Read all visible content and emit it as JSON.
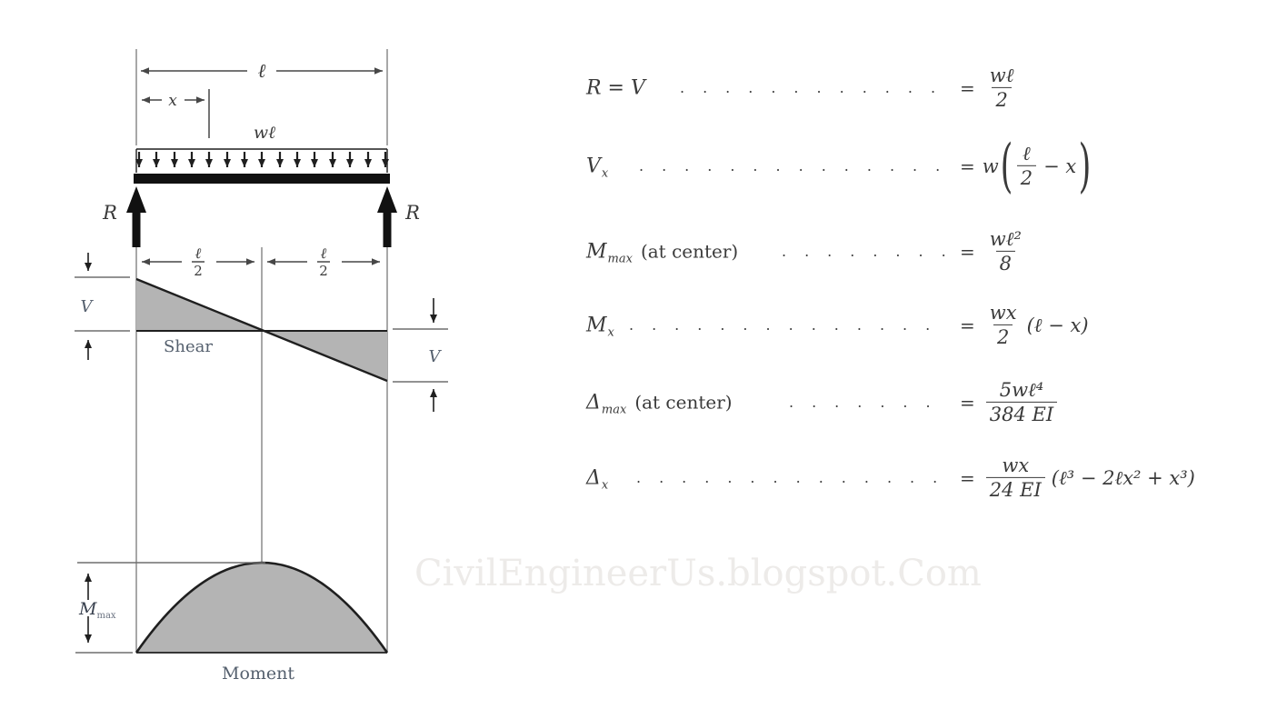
{
  "watermark": {
    "text": "CivilEngineerUs.blogspot.Com"
  },
  "diagram": {
    "labels": {
      "span": "ℓ",
      "x_dim": "x",
      "load": "wℓ",
      "reaction_left": "R",
      "reaction_right": "R",
      "half_left_num": "ℓ",
      "half_left_den": "2",
      "half_right_num": "ℓ",
      "half_right_den": "2",
      "shear_v_left": "V",
      "shear_v_right": "V",
      "shear_title": "Shear",
      "moment_max_main": "M",
      "moment_max_sub": "max",
      "moment_title": "Moment"
    }
  },
  "formulas": {
    "rows": [
      {
        "lhs": "R = V",
        "sub": "",
        "note": "",
        "dots": ".............",
        "eq": "=",
        "num": "wℓ",
        "den": "2",
        "post": ""
      },
      {
        "lhs": "V",
        "sub": "x",
        "note": "",
        "dots": "..............",
        "eq": "=",
        "pre": "w",
        "paren_open": "(",
        "num": "ℓ",
        "den": "2",
        "inner": "− x",
        "paren_close": ")",
        "post": ""
      },
      {
        "lhs": "M",
        "sub": "max",
        "note": "(at center)",
        "dots": ".........",
        "eq": "=",
        "num": "wℓ²",
        "den": "8",
        "post": ""
      },
      {
        "lhs": "M",
        "sub": "x",
        "note": "",
        "dots": "................",
        "eq": "=",
        "num": "wx",
        "den": "2",
        "post": "(ℓ − x)"
      },
      {
        "lhs": "Δ",
        "sub": "max",
        "note": "(at center)",
        "dots": ".........",
        "eq": "=",
        "num": "5wℓ⁴",
        "den": "384 EI",
        "post": ""
      },
      {
        "lhs": "Δ",
        "sub": "x",
        "note": "",
        "dots": "..............",
        "eq": "=",
        "num": "wx",
        "den": "24 EI",
        "post": "(ℓ³ − 2ℓx² + x³)"
      }
    ]
  }
}
